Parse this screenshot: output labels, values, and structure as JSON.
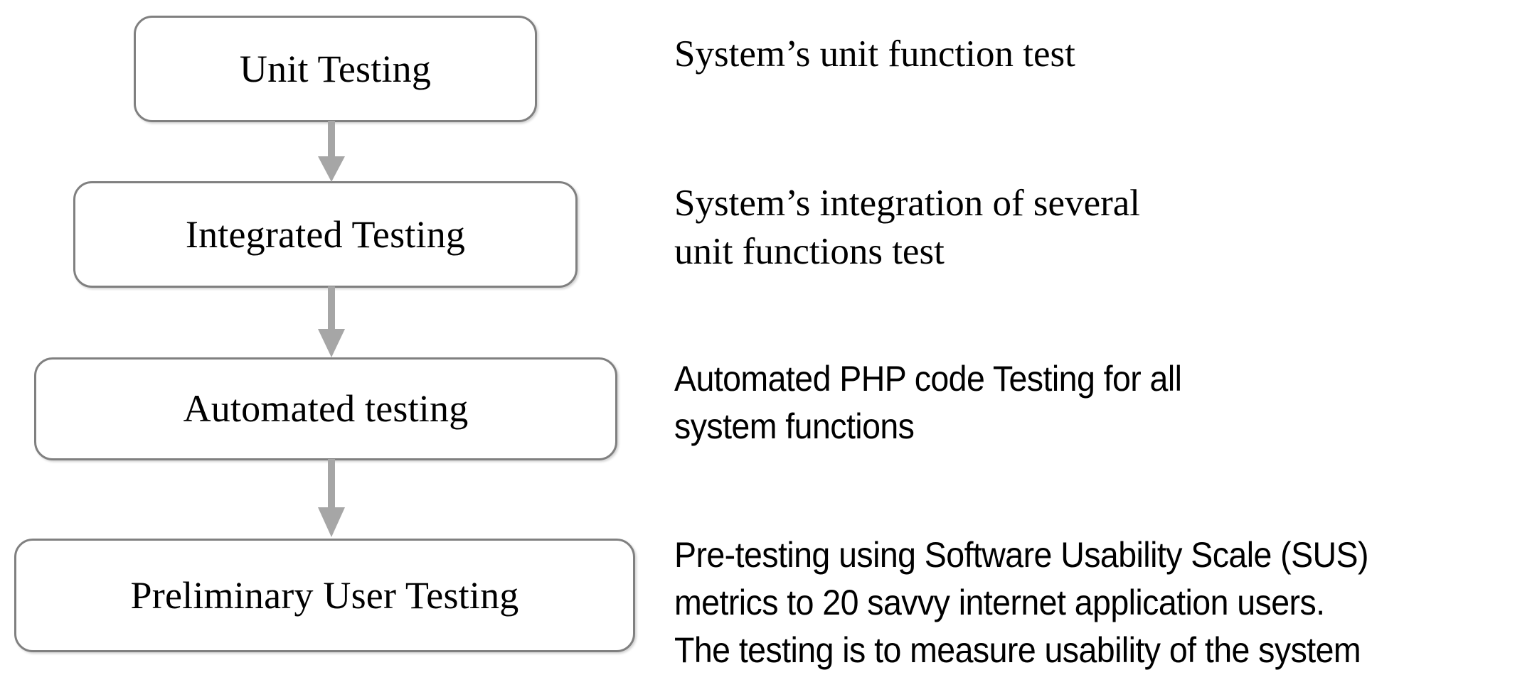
{
  "diagram": {
    "title": "Testing stages flow diagram",
    "colors": {
      "box_border": "#808080",
      "box_fill": "#FFFFFF",
      "arrow": "#A6A6A6",
      "text": "#000000",
      "background": "#FFFFFF"
    },
    "stages": [
      {
        "id": "unit-testing",
        "box_label": "Unit Testing",
        "description": "System’s unit function test",
        "description_font": "serif"
      },
      {
        "id": "integrated-testing",
        "box_label": "Integrated Testing",
        "description": "System’s integration of several\nunit functions test",
        "description_font": "serif"
      },
      {
        "id": "automated-testing",
        "box_label": "Automated testing",
        "description": "Automated PHP code Testing for all\nsystem functions",
        "description_font": "sans"
      },
      {
        "id": "preliminary-user-testing",
        "box_label": "Preliminary User Testing",
        "description": "Pre-testing using Software Usability Scale (SUS)\nmetrics to 20 savvy internet application users.\nThe testing is to measure usability of the system",
        "description_font": "sans"
      }
    ],
    "connectors": [
      {
        "id": "arrow-unit-to-integrated",
        "from": "unit-testing",
        "to": "integrated-testing",
        "direction": "down"
      },
      {
        "id": "arrow-integrated-to-automated",
        "from": "integrated-testing",
        "to": "automated-testing",
        "direction": "down"
      },
      {
        "id": "arrow-automated-to-preliminary",
        "from": "automated-testing",
        "to": "preliminary-user-testing",
        "direction": "down"
      }
    ]
  }
}
